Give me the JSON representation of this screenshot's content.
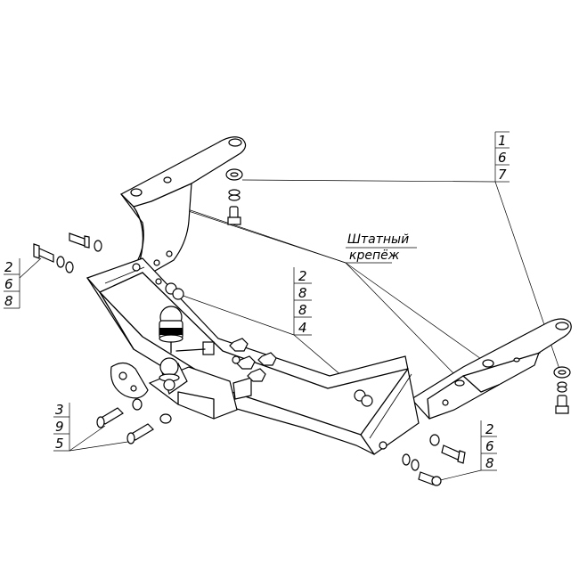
{
  "note": {
    "line1": "Штатный",
    "line2": "крепёж"
  },
  "callouts": [
    {
      "id": "top-right",
      "nums": [
        "1",
        "6",
        "7"
      ]
    },
    {
      "id": "left",
      "nums": [
        "2",
        "6",
        "8"
      ]
    },
    {
      "id": "center",
      "nums": [
        "2",
        "8",
        "8",
        "4"
      ]
    },
    {
      "id": "bottom-left",
      "nums": [
        "3",
        "9",
        "5"
      ]
    },
    {
      "id": "bottom-right",
      "nums": [
        "2",
        "6",
        "8"
      ]
    }
  ]
}
